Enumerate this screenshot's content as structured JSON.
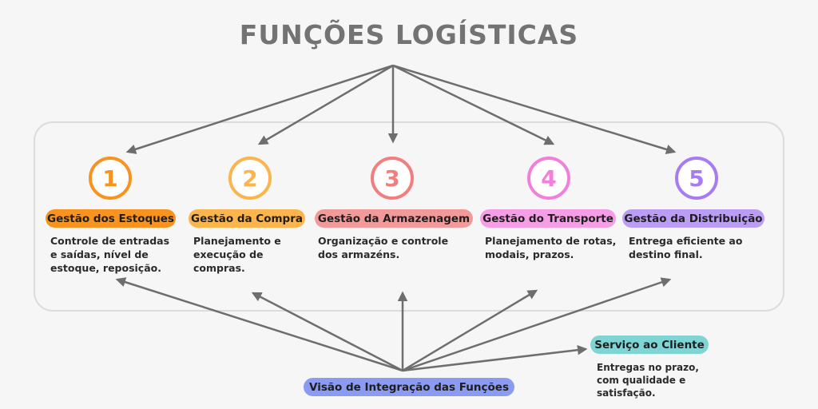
{
  "title": "FUNÇÕES LOGÍSTICAS",
  "functions": [
    {
      "number": "1",
      "label": "Gestão dos Estoques",
      "description": "Controle de entradas\ne saídas, nível de\nestoque, reposição.",
      "color": "#f7931e",
      "pill_color": "#f7931e"
    },
    {
      "number": "2",
      "label": "Gestão da Compra",
      "description": "Planejamento e\nexecução de\ncompras.",
      "color": "#fbb54c",
      "pill_color": "#fbb54c"
    },
    {
      "number": "3",
      "label": "Gestão da Armazenagem",
      "description": "Organização e controle\ndos armazéns.",
      "color": "#f27e7e",
      "pill_color": "#f29a9a"
    },
    {
      "number": "4",
      "label": "Gestão do Transporte",
      "description": "Planejamento de rotas,\nmodais, prazos.",
      "color": "#f27fd9",
      "pill_color": "#f59ee6"
    },
    {
      "number": "5",
      "label": "Gestão da Distribuição",
      "description": "Entrega eficiente ao\ndestino final.",
      "color": "#a77cf2",
      "pill_color": "#bb9df5"
    }
  ],
  "integration": {
    "label": "Visão de Integração das Funções",
    "color": "#8c9bf2"
  },
  "service": {
    "label": "Serviço ao Cliente",
    "description": "Entregas no prazo,\ncom qualidade e\nsatisfação.",
    "color": "#7fd4d4"
  },
  "arrow_color": "#6e6e6e"
}
